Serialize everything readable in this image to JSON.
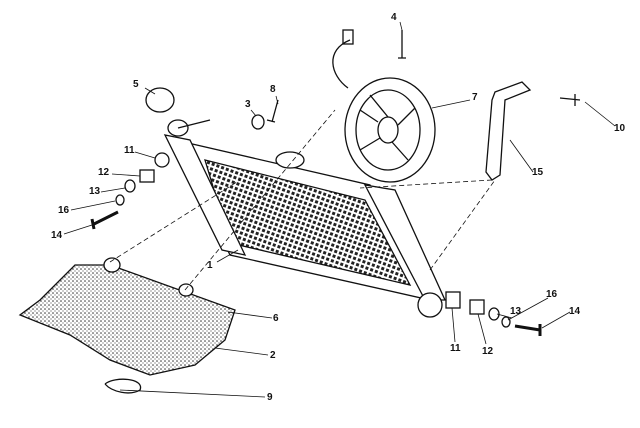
{
  "diagram": {
    "labels": {
      "radiator": "1",
      "shroud_lower": "2",
      "washer_top": "3",
      "fan_screw": "4",
      "radiator_cap": "5",
      "grommet_lower": "6",
      "fan": "7",
      "bolt_top": "8",
      "clip": "9",
      "bracket_bolt": "10",
      "grommet_left": "11",
      "spacer_left": "12",
      "washer_left": "13",
      "washer2_left": "16",
      "bolt_left": "14",
      "bracket": "15",
      "grommet_right": "11",
      "spacer_right": "12",
      "washer_right": "13",
      "washer2_right": "16",
      "bolt_right": "14"
    }
  }
}
